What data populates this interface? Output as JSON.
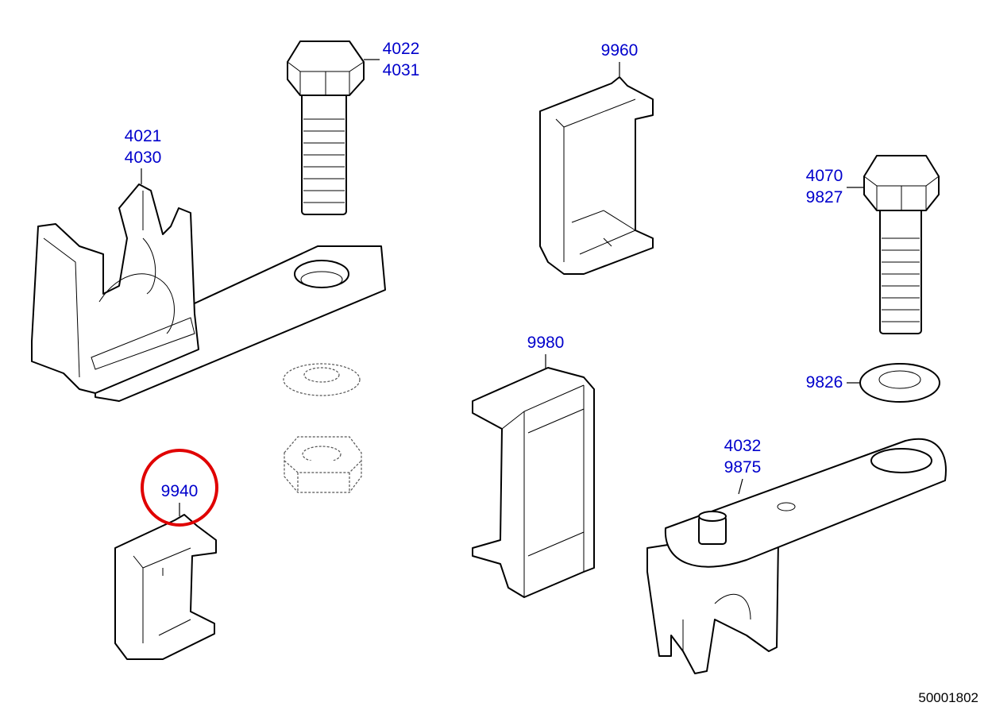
{
  "colors": {
    "label": "#0000cc",
    "highlight": "#e00000"
  },
  "labels": {
    "bolt_top": [
      "4022",
      "4031"
    ],
    "clamp_left": [
      "4021",
      "4030"
    ],
    "clip_top": [
      "9960"
    ],
    "bolt_right": [
      "4070",
      "9827"
    ],
    "clip_middle": [
      "9980"
    ],
    "washer_right": [
      "9826"
    ],
    "bracket_right": [
      "4032",
      "9875"
    ],
    "clip_small": [
      "9940"
    ]
  },
  "highlighted_part": "9940",
  "drawing_number": "50001802"
}
